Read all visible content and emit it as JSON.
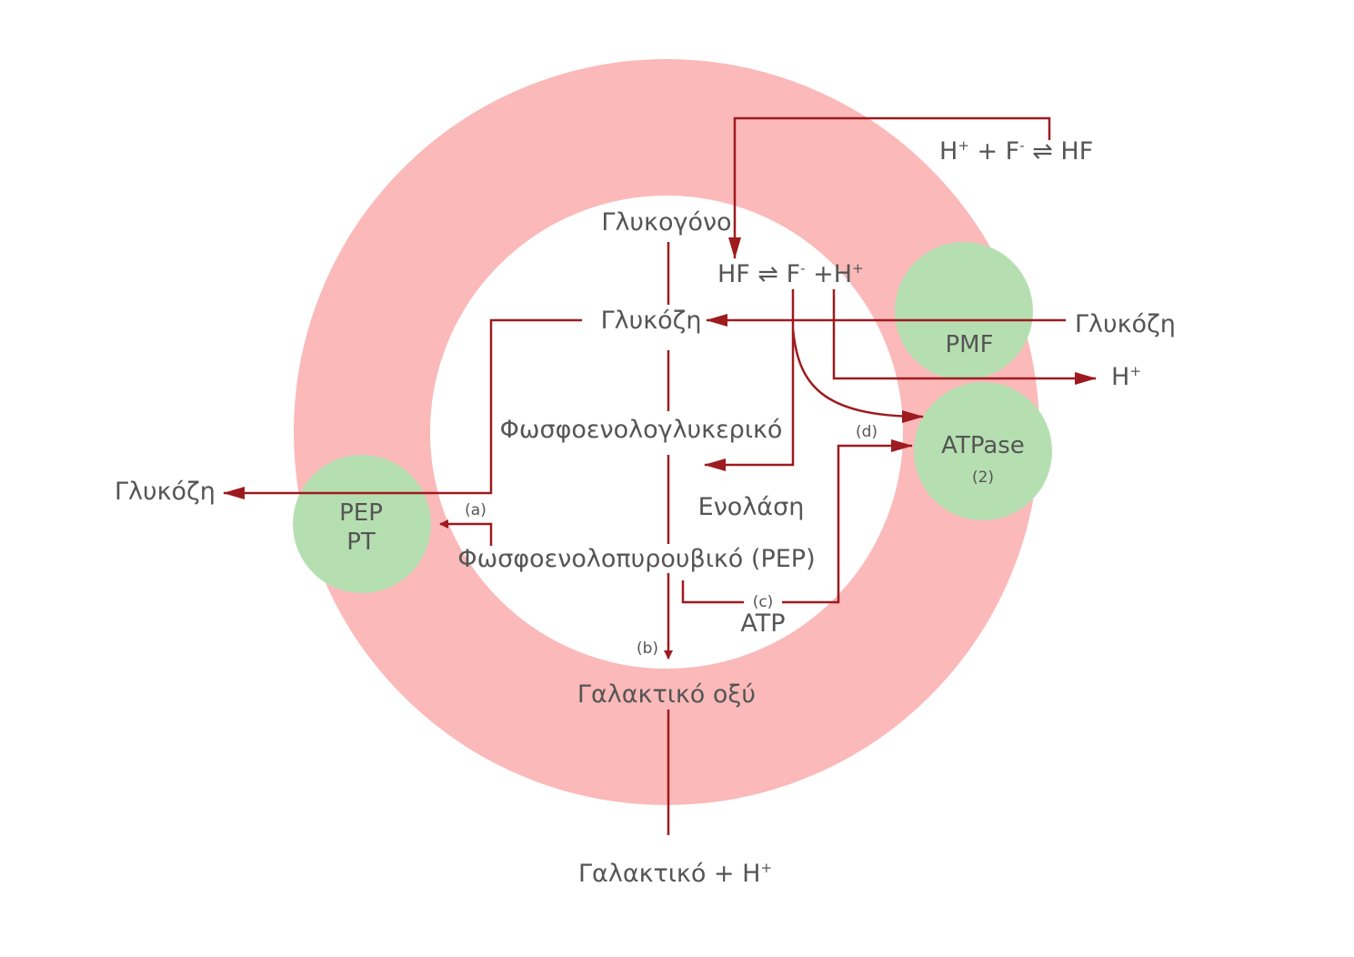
{
  "colors": {
    "membrane": "#fbb9b9",
    "transporter": "#b6dfb1",
    "arrow": "#9d1b1f",
    "text": "#555555"
  },
  "labels": {
    "extracellular_equilibrium": {
      "text": "H",
      "charge1": "+",
      "plus": " + F",
      "charge2": "-",
      "rest": " ⇌ HF"
    },
    "intracellular_equilibrium": {
      "text": "HF ⇌ F",
      "charge1": "-",
      "plus": " +H",
      "charge2": "+"
    },
    "glycogen": "Γλυκογόνο",
    "glucose_in": "Γλυκόζη",
    "glucose_out_right": "Γλυκόζη",
    "glucose_out_left": "Γλυκόζη",
    "proton_out": {
      "text": "H",
      "charge": "+"
    },
    "phosphoglycerate": "Φωσφοενολογλυκερικό",
    "enolase": "Ενολάση",
    "pep": "Φωσφοενολοπυρουβικό (PEP)",
    "atp": "ATP",
    "lactic_acid": "Γαλακτικό οξύ",
    "lactate": {
      "text": "Γαλακτικό + H",
      "charge": "+"
    },
    "marker_a": "(a)",
    "marker_b": "(b)",
    "marker_c": "(c)",
    "marker_d": "(d)"
  },
  "transporters": {
    "pmf": {
      "label": "PMF"
    },
    "atpase": {
      "label": "ATPase",
      "sub": "(2)"
    },
    "pep_pt": {
      "line1": "PEP",
      "line2": "PT"
    }
  }
}
